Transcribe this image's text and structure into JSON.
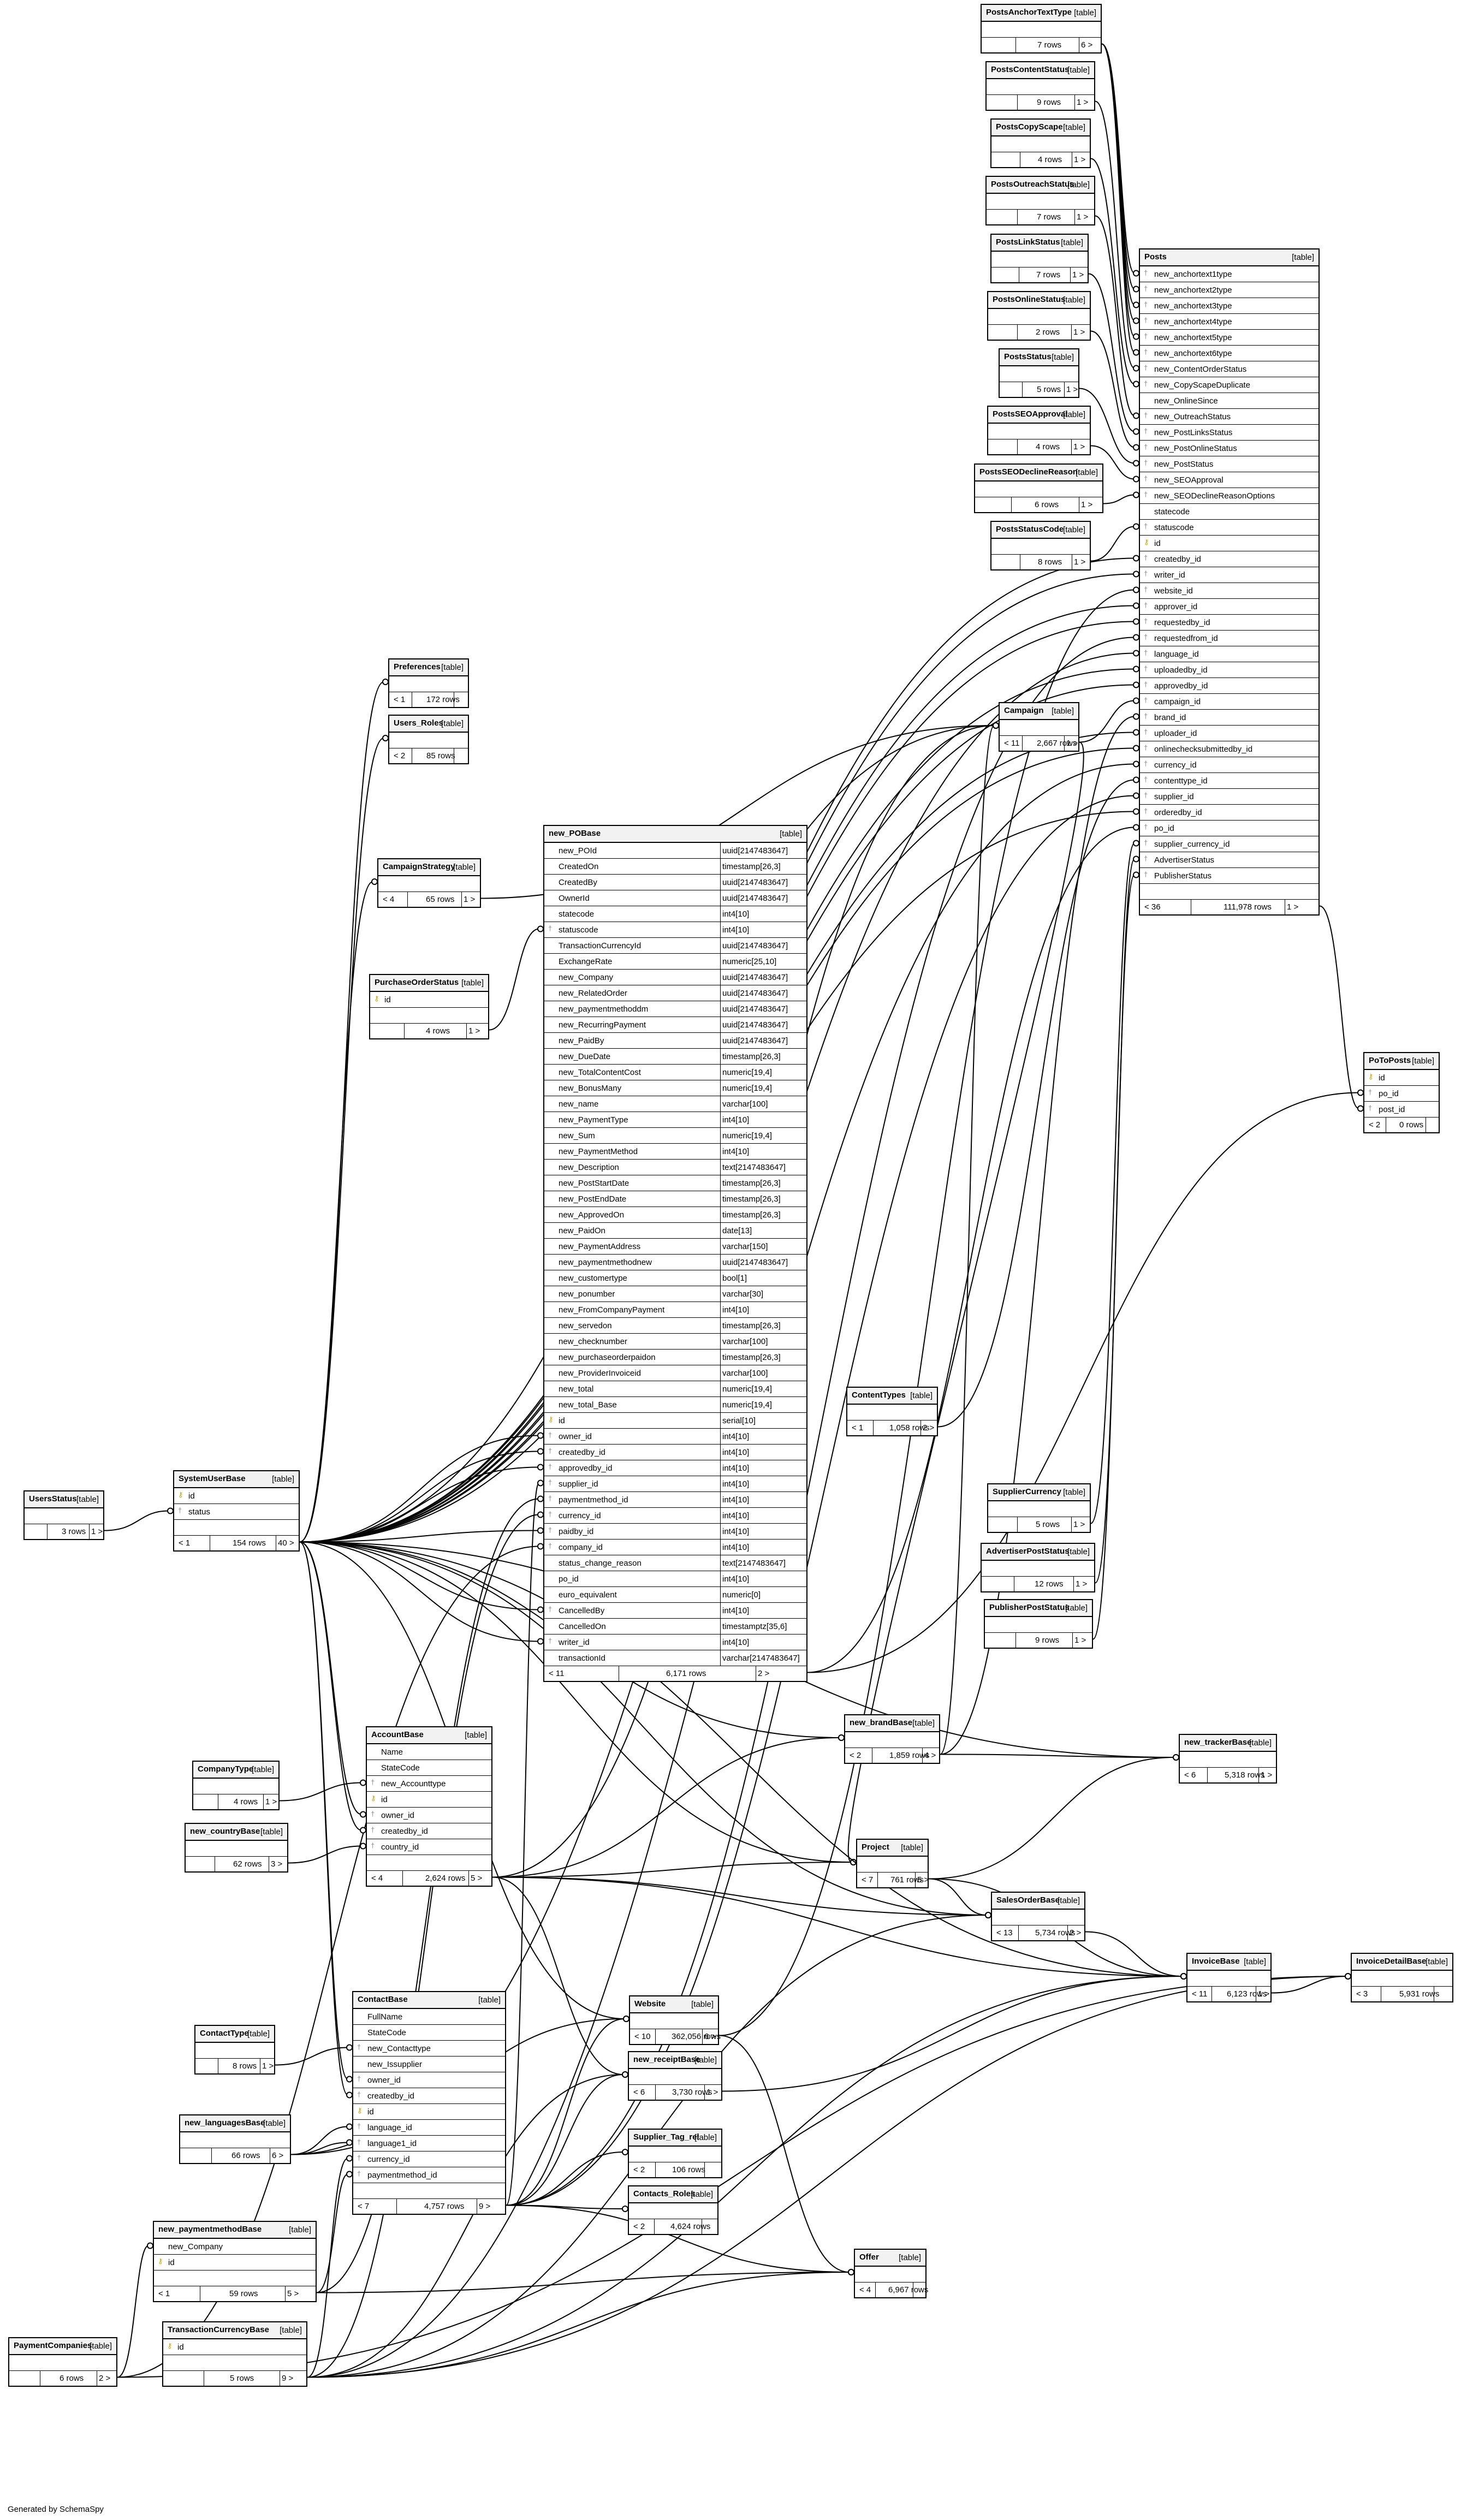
{
  "footer": "Generated by SchemaSpy",
  "tables": [
    {
      "name": "PostsAnchorTextType",
      "tag": "[table]",
      "columns": [
        {
          "n": ""
        }
      ],
      "footer": [
        "",
        "7 rows",
        "6 >"
      ]
    },
    {
      "name": "PostsContentStatus",
      "tag": "[table]",
      "columns": [
        {
          "n": ""
        }
      ],
      "footer": [
        "",
        "9 rows",
        "1 >"
      ]
    },
    {
      "name": "PostsCopyScape",
      "tag": "[table]",
      "columns": [
        {
          "n": ""
        }
      ],
      "footer": [
        "",
        "4 rows",
        "1 >"
      ]
    },
    {
      "name": "PostsOutreachStatus",
      "tag": "[table]",
      "columns": [
        {
          "n": ""
        }
      ],
      "footer": [
        "",
        "7 rows",
        "1 >"
      ]
    },
    {
      "name": "PostsLinkStatus",
      "tag": "[table]",
      "columns": [
        {
          "n": ""
        }
      ],
      "footer": [
        "",
        "7 rows",
        "1 >"
      ]
    },
    {
      "name": "PostsOnlineStatus",
      "tag": "[table]",
      "columns": [
        {
          "n": ""
        }
      ],
      "footer": [
        "",
        "2 rows",
        "1 >"
      ]
    },
    {
      "name": "PostsStatus",
      "tag": "[table]",
      "columns": [
        {
          "n": ""
        }
      ],
      "footer": [
        "",
        "5 rows",
        "1 >"
      ]
    },
    {
      "name": "PostsSEOApproval",
      "tag": "[table]",
      "columns": [
        {
          "n": ""
        }
      ],
      "footer": [
        "",
        "4 rows",
        "1 >"
      ]
    },
    {
      "name": "PostsSEODeclineReason",
      "tag": "[table]",
      "columns": [
        {
          "n": ""
        }
      ],
      "footer": [
        "",
        "6 rows",
        "1 >"
      ]
    },
    {
      "name": "PostsStatusCode",
      "tag": "[table]",
      "columns": [
        {
          "n": ""
        }
      ],
      "footer": [
        "",
        "8 rows",
        "1 >"
      ]
    },
    {
      "name": "Posts",
      "tag": "[table]",
      "columns": [
        {
          "n": "new_anchortext1type",
          "k": "fk"
        },
        {
          "n": "new_anchortext2type",
          "k": "fk"
        },
        {
          "n": "new_anchortext3type",
          "k": "fk"
        },
        {
          "n": "new_anchortext4type",
          "k": "fk"
        },
        {
          "n": "new_anchortext5type",
          "k": "fk"
        },
        {
          "n": "new_anchortext6type",
          "k": "fk"
        },
        {
          "n": "new_ContentOrderStatus",
          "k": "fk"
        },
        {
          "n": "new_CopyScapeDuplicate",
          "k": "fk"
        },
        {
          "n": "new_OnlineSince"
        },
        {
          "n": "new_OutreachStatus",
          "k": "fk"
        },
        {
          "n": "new_PostLinksStatus",
          "k": "fk"
        },
        {
          "n": "new_PostOnlineStatus",
          "k": "fk"
        },
        {
          "n": "new_PostStatus",
          "k": "fk"
        },
        {
          "n": "new_SEOApproval",
          "k": "fk"
        },
        {
          "n": "new_SEODeclineReasonOptions",
          "k": "fk"
        },
        {
          "n": "statecode"
        },
        {
          "n": "statuscode",
          "k": "fk"
        },
        {
          "n": "id",
          "k": "pk"
        },
        {
          "n": "createdby_id",
          "k": "fk"
        },
        {
          "n": "writer_id",
          "k": "fk"
        },
        {
          "n": "website_id",
          "k": "fk"
        },
        {
          "n": "approver_id",
          "k": "fk"
        },
        {
          "n": "requestedby_id",
          "k": "fk"
        },
        {
          "n": "requestedfrom_id",
          "k": "fk"
        },
        {
          "n": "language_id",
          "k": "fk"
        },
        {
          "n": "uploadedby_id",
          "k": "fk"
        },
        {
          "n": "approvedby_id",
          "k": "fk"
        },
        {
          "n": "campaign_id",
          "k": "fk"
        },
        {
          "n": "brand_id",
          "k": "fk"
        },
        {
          "n": "uploader_id",
          "k": "fk"
        },
        {
          "n": "onlinechecksubmittedby_id",
          "k": "fk"
        },
        {
          "n": "currency_id",
          "k": "fk"
        },
        {
          "n": "contenttype_id",
          "k": "fk"
        },
        {
          "n": "supplier_id",
          "k": "fk"
        },
        {
          "n": "orderedby_id",
          "k": "fk"
        },
        {
          "n": "po_id",
          "k": "fk"
        },
        {
          "n": "supplier_currency_id",
          "k": "fk"
        },
        {
          "n": "AdvertiserStatus",
          "k": "fk"
        },
        {
          "n": "PublisherStatus",
          "k": "fk"
        },
        {
          "n": ""
        }
      ],
      "footer": [
        "< 36",
        "111,978 rows",
        "1 >"
      ]
    },
    {
      "name": "PoToPosts",
      "tag": "[table]",
      "columns": [
        {
          "n": "id",
          "k": "pk"
        },
        {
          "n": "po_id",
          "k": "fk"
        },
        {
          "n": "post_id",
          "k": "fk"
        }
      ],
      "footer": [
        "< 2",
        "0 rows",
        ""
      ]
    },
    {
      "name": "Preferences",
      "tag": "[table]",
      "columns": [
        {
          "n": ""
        }
      ],
      "footer": [
        "< 1",
        "172 rows",
        ""
      ]
    },
    {
      "name": "Users_Roles",
      "tag": "[table]",
      "columns": [
        {
          "n": ""
        }
      ],
      "footer": [
        "< 2",
        "85 rows",
        ""
      ]
    },
    {
      "name": "Campaign",
      "tag": "[table]",
      "columns": [
        {
          "n": ""
        }
      ],
      "footer": [
        "< 11",
        "2,667 rows",
        "1 >"
      ]
    },
    {
      "name": "CampaignStrategy",
      "tag": "[table]",
      "columns": [
        {
          "n": ""
        }
      ],
      "footer": [
        "< 4",
        "65 rows",
        "1 >"
      ]
    },
    {
      "name": "PurchaseOrderStatus",
      "tag": "[table]",
      "columns": [
        {
          "n": "id",
          "k": "pk"
        },
        {
          "n": ""
        }
      ],
      "footer": [
        "",
        "4 rows",
        "1 >"
      ]
    },
    {
      "name": "new_POBase",
      "tag": "[table]",
      "columns": [
        {
          "n": "new_POId",
          "t": "uuid[2147483647]"
        },
        {
          "n": "CreatedOn",
          "t": "timestamp[26,3]"
        },
        {
          "n": "CreatedBy",
          "t": "uuid[2147483647]"
        },
        {
          "n": "OwnerId",
          "t": "uuid[2147483647]"
        },
        {
          "n": "statecode",
          "t": "int4[10]"
        },
        {
          "n": "statuscode",
          "t": "int4[10]",
          "k": "fk"
        },
        {
          "n": "TransactionCurrencyId",
          "t": "uuid[2147483647]"
        },
        {
          "n": "ExchangeRate",
          "t": "numeric[25,10]"
        },
        {
          "n": "new_Company",
          "t": "uuid[2147483647]"
        },
        {
          "n": "new_RelatedOrder",
          "t": "uuid[2147483647]"
        },
        {
          "n": "new_paymentmethoddm",
          "t": "uuid[2147483647]"
        },
        {
          "n": "new_RecurringPayment",
          "t": "uuid[2147483647]"
        },
        {
          "n": "new_PaidBy",
          "t": "uuid[2147483647]"
        },
        {
          "n": "new_DueDate",
          "t": "timestamp[26,3]"
        },
        {
          "n": "new_TotalContentCost",
          "t": "numeric[19,4]"
        },
        {
          "n": "new_BonusMany",
          "t": "numeric[19,4]"
        },
        {
          "n": "new_name",
          "t": "varchar[100]"
        },
        {
          "n": "new_PaymentType",
          "t": "int4[10]"
        },
        {
          "n": "new_Sum",
          "t": "numeric[19,4]"
        },
        {
          "n": "new_PaymentMethod",
          "t": "int4[10]"
        },
        {
          "n": "new_Description",
          "t": "text[2147483647]"
        },
        {
          "n": "new_PostStartDate",
          "t": "timestamp[26,3]"
        },
        {
          "n": "new_PostEndDate",
          "t": "timestamp[26,3]"
        },
        {
          "n": "new_ApprovedOn",
          "t": "timestamp[26,3]"
        },
        {
          "n": "new_PaidOn",
          "t": "date[13]"
        },
        {
          "n": "new_PaymentAddress",
          "t": "varchar[150]"
        },
        {
          "n": "new_paymentmethodnew",
          "t": "uuid[2147483647]"
        },
        {
          "n": "new_customertype",
          "t": "bool[1]"
        },
        {
          "n": "new_ponumber",
          "t": "varchar[30]"
        },
        {
          "n": "new_FromCompanyPayment",
          "t": "int4[10]"
        },
        {
          "n": "new_servedon",
          "t": "timestamp[26,3]"
        },
        {
          "n": "new_checknumber",
          "t": "varchar[100]"
        },
        {
          "n": "new_purchaseorderpaidon",
          "t": "timestamp[26,3]"
        },
        {
          "n": "new_ProviderInvoiceid",
          "t": "varchar[100]"
        },
        {
          "n": "new_total",
          "t": "numeric[19,4]"
        },
        {
          "n": "new_total_Base",
          "t": "numeric[19,4]"
        },
        {
          "n": "id",
          "t": "serial[10]",
          "k": "pk"
        },
        {
          "n": "owner_id",
          "t": "int4[10]",
          "k": "fk"
        },
        {
          "n": "createdby_id",
          "t": "int4[10]",
          "k": "fk"
        },
        {
          "n": "approvedby_id",
          "t": "int4[10]",
          "k": "fk"
        },
        {
          "n": "supplier_id",
          "t": "int4[10]",
          "k": "fk"
        },
        {
          "n": "paymentmethod_id",
          "t": "int4[10]",
          "k": "fk"
        },
        {
          "n": "currency_id",
          "t": "int4[10]",
          "k": "fk"
        },
        {
          "n": "paidby_id",
          "t": "int4[10]",
          "k": "fk"
        },
        {
          "n": "company_id",
          "t": "int4[10]",
          "k": "fk"
        },
        {
          "n": "status_change_reason",
          "t": "text[2147483647]"
        },
        {
          "n": "po_id",
          "t": "int4[10]"
        },
        {
          "n": "euro_equivalent",
          "t": "numeric[0]"
        },
        {
          "n": "CancelledBy",
          "t": "int4[10]",
          "k": "fk"
        },
        {
          "n": "CancelledOn",
          "t": "timestamptz[35,6]"
        },
        {
          "n": "writer_id",
          "t": "int4[10]",
          "k": "fk"
        },
        {
          "n": "transactionId",
          "t": "varchar[2147483647]"
        }
      ],
      "footer": [
        "< 11",
        "6,171 rows",
        "2 >"
      ]
    },
    {
      "name": "ContentTypes",
      "tag": "[table]",
      "columns": [
        {
          "n": ""
        }
      ],
      "footer": [
        "< 1",
        "1,058 rows",
        "2 >"
      ]
    },
    {
      "name": "SupplierCurrency",
      "tag": "[table]",
      "columns": [
        {
          "n": ""
        }
      ],
      "footer": [
        "",
        "5 rows",
        "1 >"
      ]
    },
    {
      "name": "AdvertiserPostStatus",
      "tag": "[table]",
      "columns": [
        {
          "n": ""
        }
      ],
      "footer": [
        "",
        "12 rows",
        "1 >"
      ]
    },
    {
      "name": "PublisherPostStatus",
      "tag": "[table]",
      "columns": [
        {
          "n": ""
        }
      ],
      "footer": [
        "",
        "9 rows",
        "1 >"
      ]
    },
    {
      "name": "UsersStatus",
      "tag": "[table]",
      "columns": [
        {
          "n": ""
        }
      ],
      "footer": [
        "",
        "3 rows",
        "1 >"
      ]
    },
    {
      "name": "SystemUserBase",
      "tag": "[table]",
      "columns": [
        {
          "n": "id",
          "k": "pk"
        },
        {
          "n": "status",
          "k": "fk"
        },
        {
          "n": ""
        }
      ],
      "footer": [
        "< 1",
        "154 rows",
        "40 >"
      ]
    },
    {
      "name": "new_brandBase",
      "tag": "[table]",
      "columns": [
        {
          "n": ""
        }
      ],
      "footer": [
        "< 2",
        "1,859 rows",
        "4 >"
      ]
    },
    {
      "name": "new_trackerBase",
      "tag": "[table]",
      "columns": [
        {
          "n": ""
        }
      ],
      "footer": [
        "< 6",
        "5,318 rows",
        "1 >"
      ]
    },
    {
      "name": "CompanyType",
      "tag": "[table]",
      "columns": [
        {
          "n": ""
        }
      ],
      "footer": [
        "",
        "4 rows",
        "1 >"
      ]
    },
    {
      "name": "AccountBase",
      "tag": "[table]",
      "columns": [
        {
          "n": "Name"
        },
        {
          "n": "StateCode"
        },
        {
          "n": "new_Accounttype",
          "k": "fk"
        },
        {
          "n": "id",
          "k": "pk"
        },
        {
          "n": "owner_id",
          "k": "fk"
        },
        {
          "n": "createdby_id",
          "k": "fk"
        },
        {
          "n": "country_id",
          "k": "fk"
        },
        {
          "n": ""
        }
      ],
      "footer": [
        "< 4",
        "2,624 rows",
        "5 >"
      ]
    },
    {
      "name": "new_countryBase",
      "tag": "[table]",
      "columns": [
        {
          "n": ""
        }
      ],
      "footer": [
        "",
        "62 rows",
        "3 >"
      ]
    },
    {
      "name": "Project",
      "tag": "[table]",
      "columns": [
        {
          "n": ""
        }
      ],
      "footer": [
        "< 7",
        "761 rows",
        "5 >"
      ]
    },
    {
      "name": "SalesOrderBase",
      "tag": "[table]",
      "columns": [
        {
          "n": ""
        }
      ],
      "footer": [
        "< 13",
        "5,734 rows",
        "2 >"
      ]
    },
    {
      "name": "InvoiceBase",
      "tag": "[table]",
      "columns": [
        {
          "n": ""
        }
      ],
      "footer": [
        "< 11",
        "6,123 rows",
        "1 >"
      ]
    },
    {
      "name": "InvoiceDetailBase",
      "tag": "[table]",
      "columns": [
        {
          "n": ""
        }
      ],
      "footer": [
        "< 3",
        "5,931 rows",
        ""
      ]
    },
    {
      "name": "ContactType",
      "tag": "[table]",
      "columns": [
        {
          "n": ""
        }
      ],
      "footer": [
        "",
        "8 rows",
        "1 >"
      ]
    },
    {
      "name": "ContactBase",
      "tag": "[table]",
      "columns": [
        {
          "n": "FullName"
        },
        {
          "n": "StateCode"
        },
        {
          "n": "new_Contacttype",
          "k": "fk"
        },
        {
          "n": "new_Issupplier"
        },
        {
          "n": "owner_id",
          "k": "fk"
        },
        {
          "n": "createdby_id",
          "k": "fk"
        },
        {
          "n": "id",
          "k": "pk"
        },
        {
          "n": "language_id",
          "k": "fk"
        },
        {
          "n": "language1_id",
          "k": "fk"
        },
        {
          "n": "currency_id",
          "k": "fk"
        },
        {
          "n": "paymentmethod_id",
          "k": "fk"
        },
        {
          "n": ""
        }
      ],
      "footer": [
        "< 7",
        "4,757 rows",
        "9 >"
      ]
    },
    {
      "name": "Website",
      "tag": "[table]",
      "columns": [
        {
          "n": ""
        }
      ],
      "footer": [
        "< 10",
        "362,056 rows",
        "6 >"
      ]
    },
    {
      "name": "new_receiptBase",
      "tag": "[table]",
      "columns": [
        {
          "n": ""
        }
      ],
      "footer": [
        "< 6",
        "3,730 rows",
        "1 >"
      ]
    },
    {
      "name": "Supplier_Tag_rel",
      "tag": "[table]",
      "columns": [
        {
          "n": ""
        }
      ],
      "footer": [
        "< 2",
        "106 rows",
        ""
      ]
    },
    {
      "name": "Contacts_Roles",
      "tag": "[table]",
      "columns": [
        {
          "n": ""
        }
      ],
      "footer": [
        "< 2",
        "4,624 rows",
        ""
      ]
    },
    {
      "name": "new_languagesBase",
      "tag": "[table]",
      "columns": [
        {
          "n": ""
        }
      ],
      "footer": [
        "",
        "66 rows",
        "6 >"
      ]
    },
    {
      "name": "new_paymentmethodBase",
      "tag": "[table]",
      "columns": [
        {
          "n": "new_Company"
        },
        {
          "n": "id",
          "k": "pk"
        },
        {
          "n": ""
        }
      ],
      "footer": [
        "< 1",
        "59 rows",
        "5 >"
      ]
    },
    {
      "name": "Offer",
      "tag": "[table]",
      "columns": [
        {
          "n": ""
        }
      ],
      "footer": [
        "< 4",
        "6,967 rows",
        ""
      ]
    },
    {
      "name": "PaymentCompanies",
      "tag": "[table]",
      "columns": [
        {
          "n": ""
        }
      ],
      "footer": [
        "",
        "6 rows",
        "2 >"
      ]
    },
    {
      "name": "TransactionCurrencyBase",
      "tag": "[table]",
      "columns": [
        {
          "n": "id",
          "k": "pk"
        },
        {
          "n": ""
        }
      ],
      "footer": [
        "",
        "5 rows",
        "9 >"
      ]
    }
  ]
}
